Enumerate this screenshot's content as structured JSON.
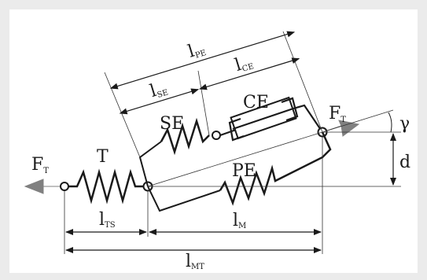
{
  "colors": {
    "background": "#ebebeb",
    "panel": "#ffffff",
    "ink": "#1a1a1a",
    "arrow": "#808080",
    "dimension_line": "#333333"
  },
  "labels": {
    "force_left": {
      "main": "F",
      "sub": "T"
    },
    "force_right": {
      "main": "F",
      "sub": "T"
    },
    "tendon": "T",
    "series_elastic": "SE",
    "contractile": "CE",
    "parallel_elastic": "PE",
    "angle": "γ",
    "d": "d",
    "l_pe": {
      "main": "l",
      "sub": "PE"
    },
    "l_se": {
      "main": "l",
      "sub": "SE"
    },
    "l_ce": {
      "main": "l",
      "sub": "CE"
    },
    "l_ts": {
      "main": "l",
      "sub": "TS"
    },
    "l_m": {
      "main": "l",
      "sub": "M"
    },
    "l_mt": {
      "main": "l",
      "sub": "MT"
    }
  }
}
